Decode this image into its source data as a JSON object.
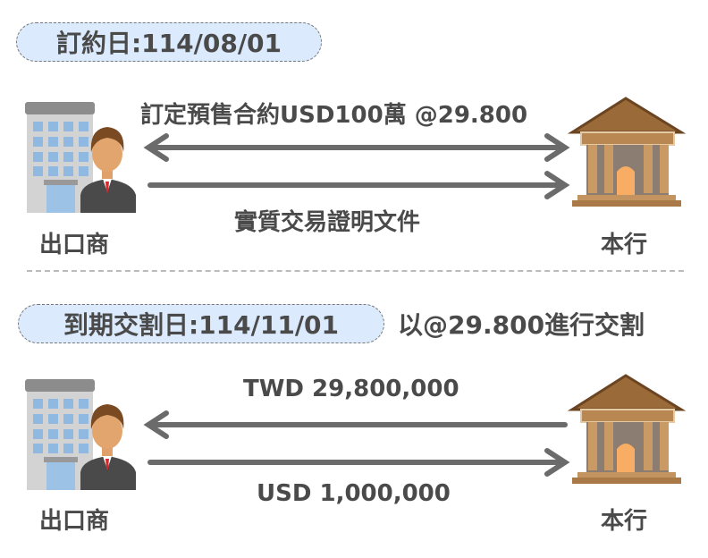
{
  "section1": {
    "date_label": "訂約日:114/08/01",
    "contract_text": "訂定預售合約USD100萬 @29.800",
    "doc_text": "實質交易證明文件",
    "left_party": "出口商",
    "right_party": "本行"
  },
  "section2": {
    "date_label": "到期交割日:114/11/01",
    "settle_note": "以@29.800進行交割",
    "twd_text": "TWD 29,800,000",
    "usd_text": "USD 1,000,000",
    "left_party": "出口商",
    "right_party": "本行"
  },
  "colors": {
    "pill_bg": "#dbeafc",
    "arrow": "#6b6b6b",
    "text": "#4a4a4a"
  }
}
